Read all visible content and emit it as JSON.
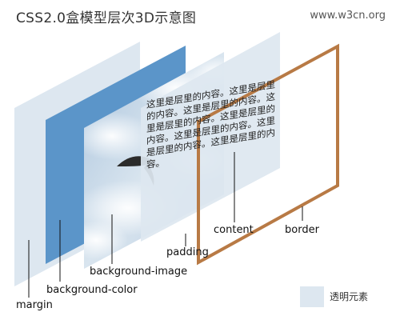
{
  "header": {
    "title": "CSS2.0盒模型层次3D示意图",
    "site": "www.w3cn.org"
  },
  "content_text": "这里是层里的内容。这里是层里的内容。这里是层里的内容。这里是层里的内容。这里是层里的内容。这里是层里的内容。这里是层里的内容。这里是层里的内容。",
  "labels": {
    "margin": "margin",
    "background_color": "background-color",
    "background_image": "background-image",
    "padding": "padding",
    "content": "content",
    "border": "border"
  },
  "legend": {
    "label": "透明元素"
  },
  "colors": {
    "margin_fill": "#dde7f0",
    "background_color_fill": "#5b95c9",
    "padding_fill": "#dde7f0",
    "border_stroke": "#b87a45"
  }
}
